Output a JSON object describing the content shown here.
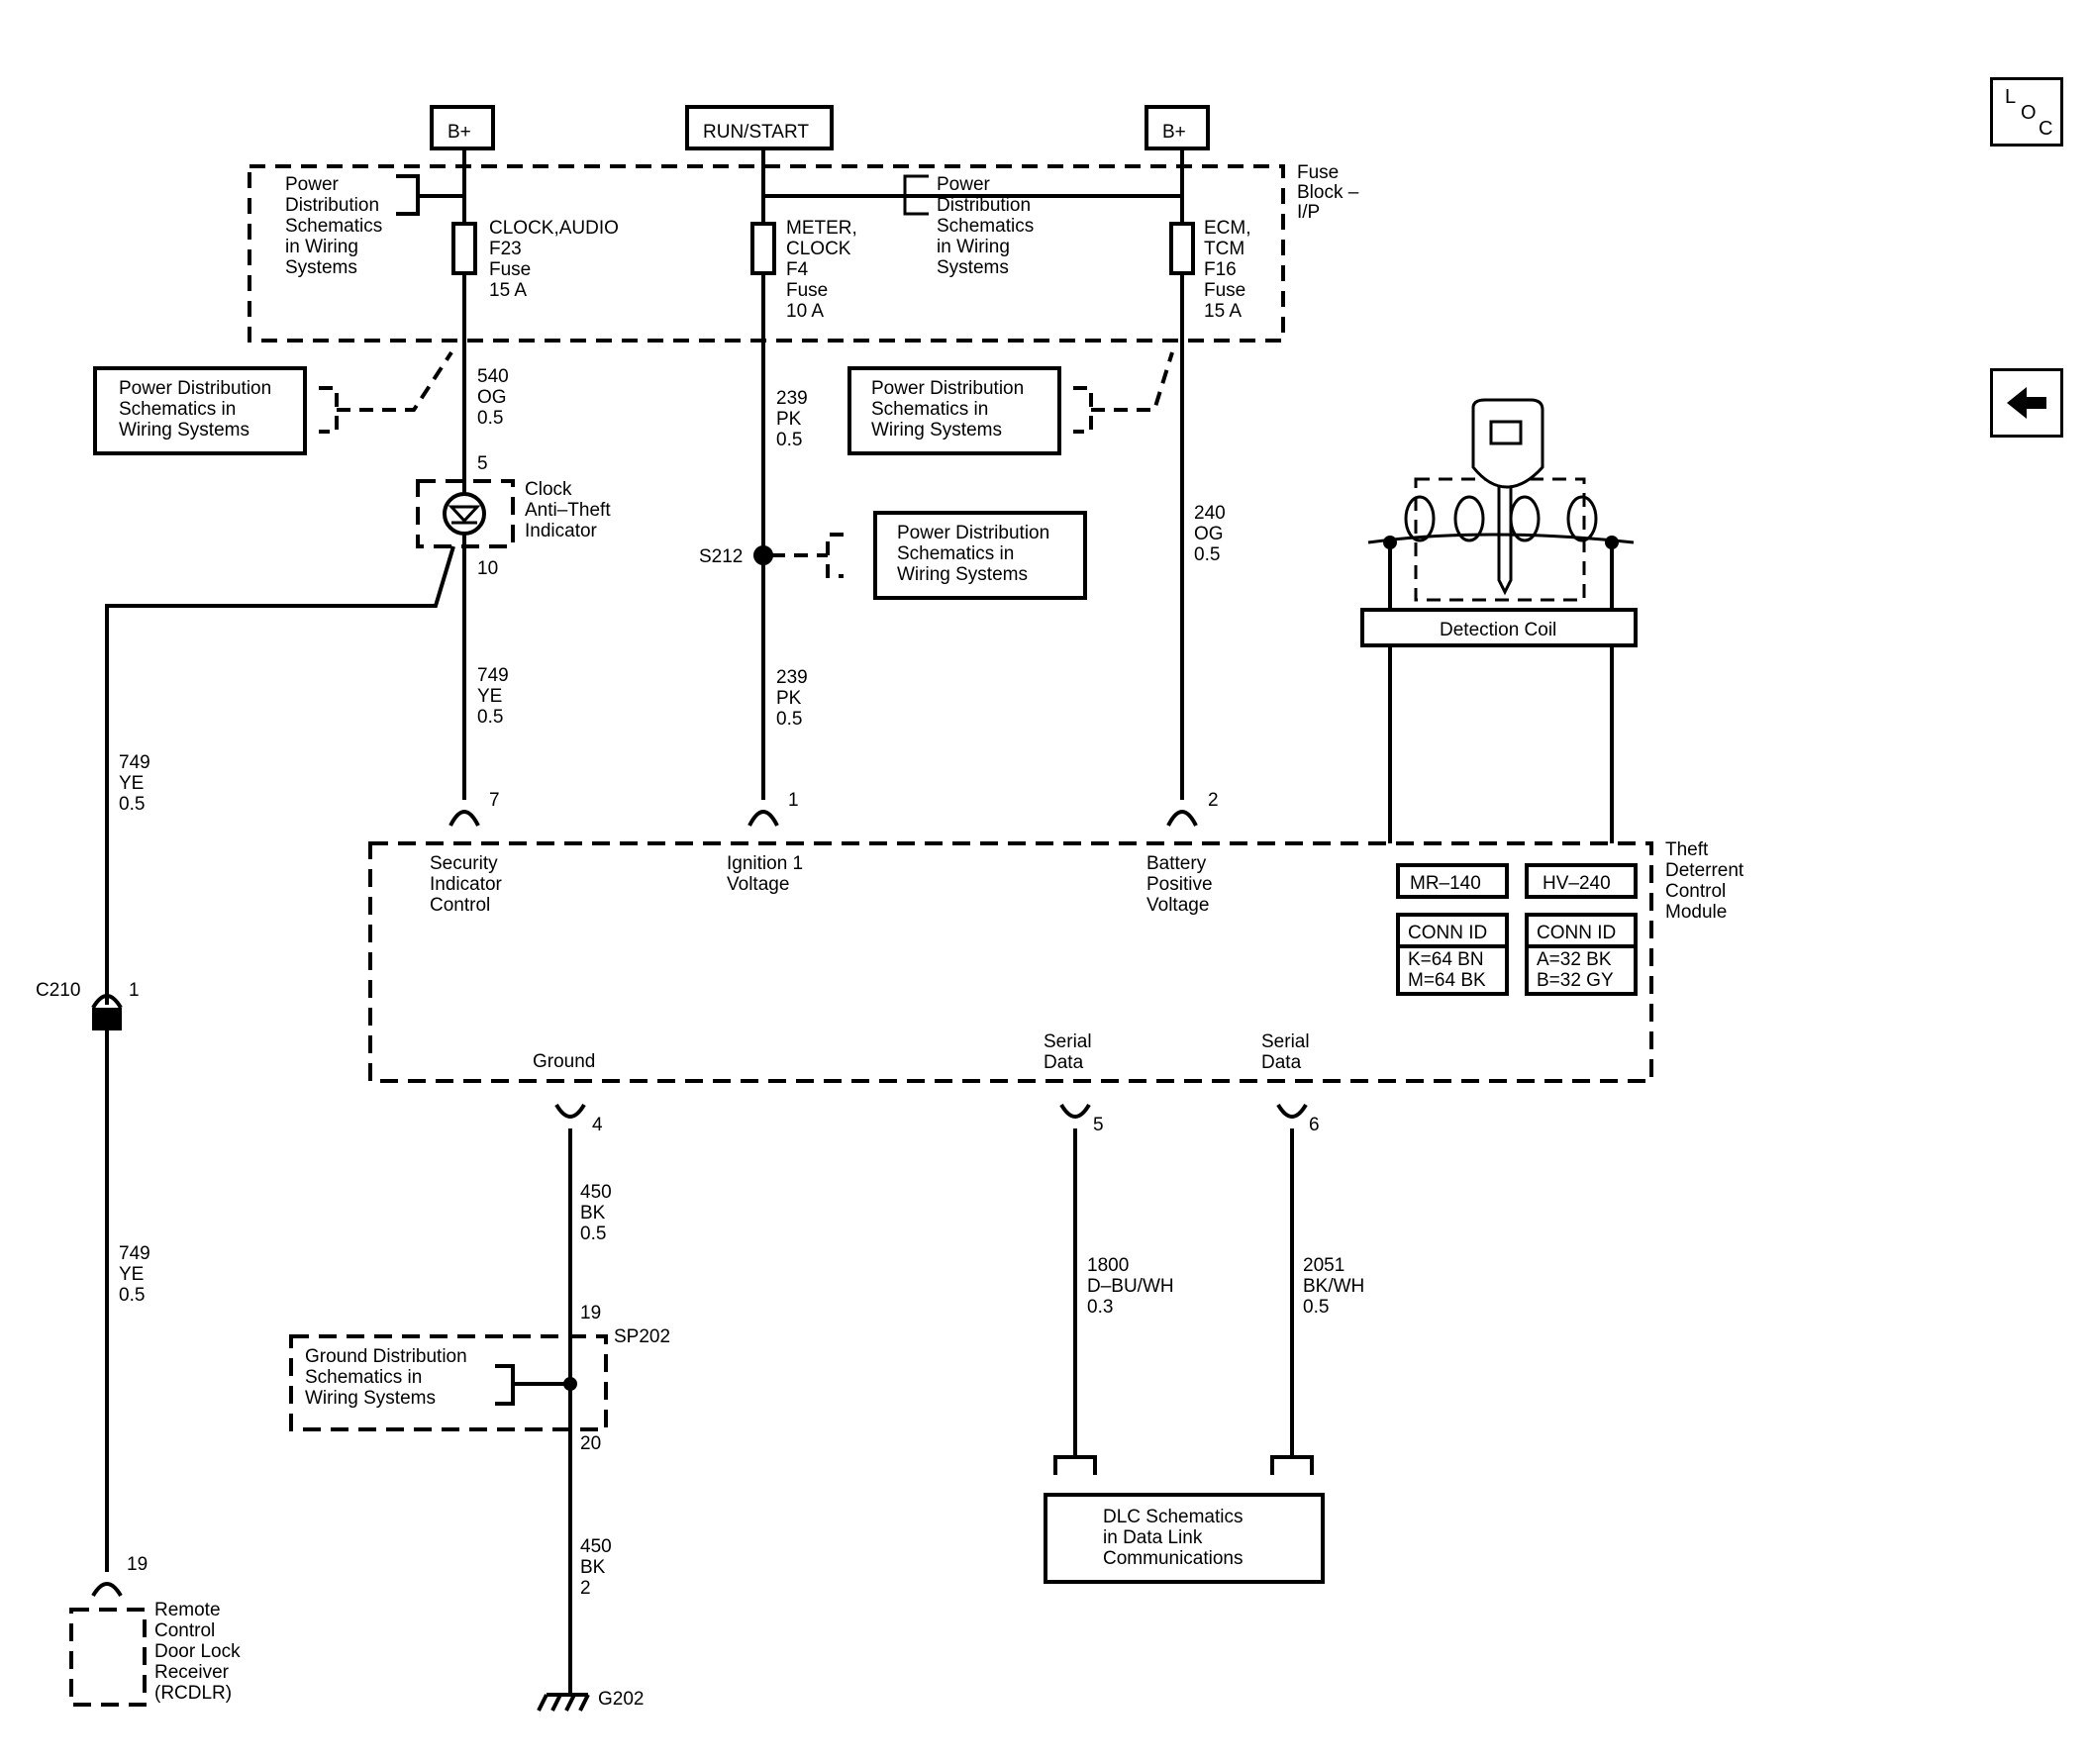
{
  "buttons": {
    "loc": {
      "l1": "L",
      "l2": "O",
      "l3": "C"
    }
  },
  "sources": {
    "bplus_left": "B+",
    "run_start": "RUN/START",
    "bplus_right": "B+"
  },
  "fuse_block": {
    "l1": "Fuse",
    "l2": "Block –",
    "l3": "I/P"
  },
  "pd_inside_left": [
    "Power",
    "Distribution",
    "Schematics",
    "in Wiring",
    "Systems"
  ],
  "pd_inside_right": [
    "Power",
    "Distribution",
    "Schematics",
    "in Wiring",
    "Systems"
  ],
  "fuses": {
    "f23": [
      "CLOCK,AUDIO",
      "F23",
      "Fuse",
      "15 A"
    ],
    "f4": [
      "METER,",
      "CLOCK",
      "F4",
      "Fuse",
      "10 A"
    ],
    "f16": [
      "ECM,",
      "TCM",
      "F16",
      "Fuse",
      "15 A"
    ]
  },
  "pd_box_left": [
    "Power Distribution",
    "Schematics in",
    "Wiring Systems"
  ],
  "pd_box_mid": [
    "Power Distribution",
    "Schematics in",
    "Wiring Systems"
  ],
  "pd_box_s212": [
    "Power Distribution",
    "Schematics in",
    "Wiring Systems"
  ],
  "wires": {
    "w540": [
      "540",
      "OG",
      "0.5"
    ],
    "w239a": [
      "239",
      "PK",
      "0.5"
    ],
    "w240": [
      "240",
      "OG",
      "0.5"
    ],
    "w749a": [
      "749",
      "YE",
      "0.5"
    ],
    "w239b": [
      "239",
      "PK",
      "0.5"
    ],
    "w749b": [
      "749",
      "YE",
      "0.5"
    ],
    "w749c": [
      "749",
      "YE",
      "0.5"
    ],
    "w450a": [
      "450",
      "BK",
      "0.5"
    ],
    "w450b": [
      "450",
      "BK",
      "2"
    ],
    "w1800": [
      "1800",
      "D–BU/WH",
      "0.3"
    ],
    "w2051": [
      "2051",
      "BK/WH",
      "0.5"
    ]
  },
  "clock_indicator": [
    "Clock",
    "Anti–Theft",
    "Indicator"
  ],
  "pins": {
    "p5": "5",
    "p10": "10",
    "p7": "7",
    "p1": "1",
    "p2": "2",
    "p4": "4",
    "p5b": "5",
    "p6": "6",
    "p19": "19",
    "p20": "20",
    "c210_pin": "1",
    "rcdlr_pin": "19"
  },
  "splices": {
    "s212": "S212",
    "sp202": "SP202"
  },
  "connector_c210": "C210",
  "detection_coil": "Detection Coil",
  "module": {
    "name": [
      "Theft",
      "Deterrent",
      "Control",
      "Module"
    ],
    "security": [
      "Security",
      "Indicator",
      "Control"
    ],
    "ignition": [
      "Ignition 1",
      "Voltage"
    ],
    "battery": [
      "Battery",
      "Positive",
      "Voltage"
    ],
    "ground": "Ground",
    "serial1": [
      "Serial",
      "Data"
    ],
    "serial2": [
      "Serial",
      "Data"
    ]
  },
  "conn_mr": {
    "id": "MR–140",
    "hdr": "CONN ID",
    "l1": "K=64 BN",
    "l2": "M=64 BK"
  },
  "conn_hv": {
    "id": "HV–240",
    "hdr": "CONN ID",
    "l1": "A=32 BK",
    "l2": "B=32 GY"
  },
  "ground_dist": [
    "Ground Distribution",
    "Schematics in",
    "Wiring Systems"
  ],
  "ground_ref": "G202",
  "rcdlr": [
    "Remote",
    "Control",
    "Door Lock",
    "Receiver",
    "(RCDLR)"
  ],
  "dlc": [
    "DLC Schematics",
    "in Data Link",
    "Communications"
  ]
}
